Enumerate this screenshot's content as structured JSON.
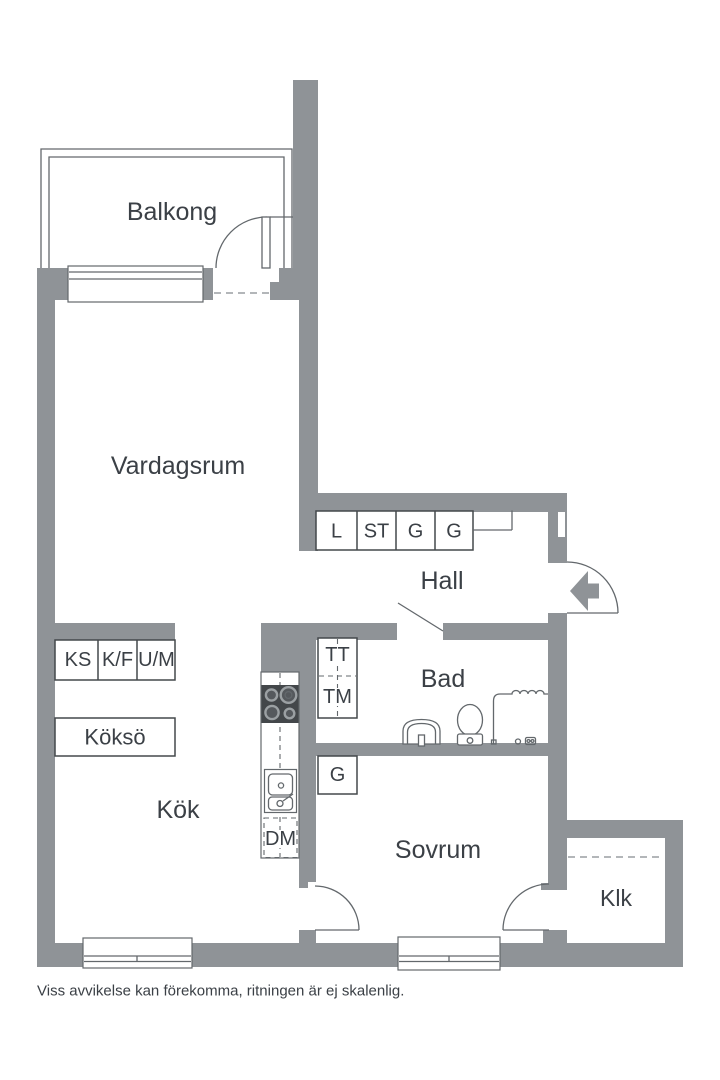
{
  "disclaimer": "Viss avvikelse kan förekomma, ritningen är ej skalenlig.",
  "colors": {
    "background": "#ffffff",
    "wall": "#8f9397",
    "outline": "#44484b",
    "line": "#63686c",
    "dash": "#9a9ea2",
    "text": "#3b4046",
    "stove": "#43474a",
    "burner": "#9ba0a3"
  },
  "rooms": {
    "balcony": "Balkong",
    "living_room": "Vardagsrum",
    "hall": "Hall",
    "bathroom": "Bad",
    "kitchen": "Kök",
    "bedroom": "Sovrum",
    "walk_in_closet": "Klk",
    "kitchen_island": "Köksö"
  },
  "units": {
    "hall_closets": [
      "L",
      "ST",
      "G",
      "G"
    ],
    "kitchen_appliances": [
      "KS",
      "K/F",
      "U/M"
    ],
    "laundry_column": [
      "TT",
      "TM"
    ],
    "bedroom_wardrobe": "G",
    "dishwasher": "DM"
  }
}
